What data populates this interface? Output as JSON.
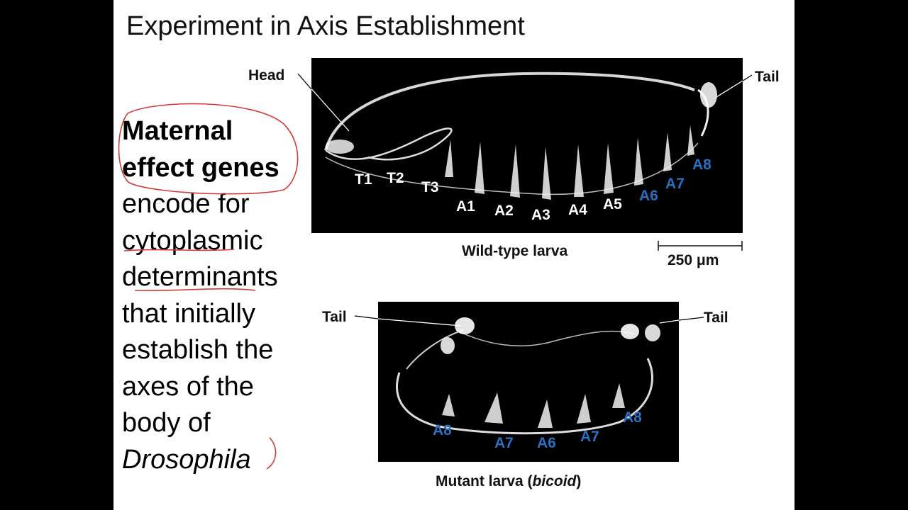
{
  "slide": {
    "title": "Experiment in Axis Establishment",
    "body": {
      "bold_line1": "Maternal",
      "bold_line2": "effect genes",
      "line3": "encode for",
      "line4": "cytoplasmic",
      "line5": "determinants",
      "line6": "that initially",
      "line7": "establish the",
      "line8": "axes of the",
      "line9": "body of",
      "italic_line10": "Drosophila"
    }
  },
  "figure": {
    "wild_type": {
      "head_label": "Head",
      "tail_label": "Tail",
      "segments_white": [
        "T1",
        "T2",
        "T3",
        "A1",
        "A2",
        "A3",
        "A4",
        "A5"
      ],
      "segments_blue": [
        "A6",
        "A7",
        "A8"
      ],
      "caption": "Wild-type larva",
      "scale_label": "250 μm"
    },
    "mutant": {
      "tail_left_label": "Tail",
      "tail_right_label": "Tail",
      "segments_blue": [
        "A8",
        "A7",
        "A6",
        "A7",
        "A8"
      ],
      "caption_main": "Mutant larva (",
      "caption_italic": "bicoid",
      "caption_end": ")"
    }
  },
  "colors": {
    "segment_blue": "#2a6fc0",
    "annotation_red": "#d23a3a",
    "panel_bg": "#000000"
  }
}
